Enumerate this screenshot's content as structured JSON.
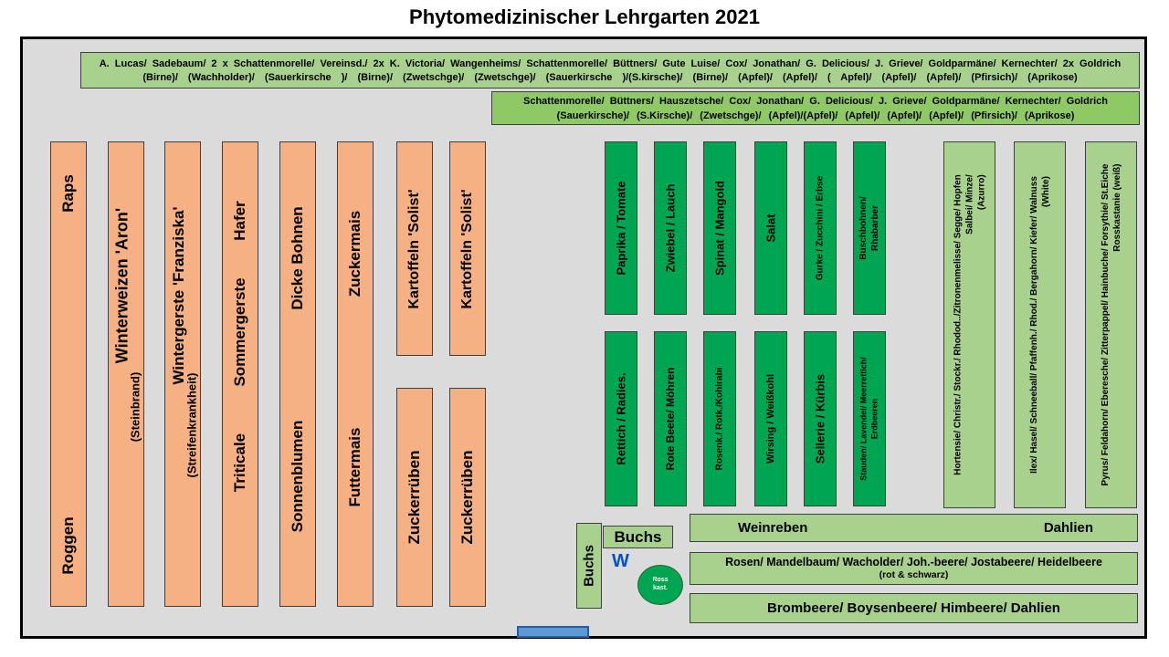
{
  "title": "Phytomedizinischer Lehrgarten 2021",
  "colors": {
    "canvas": "#dbdbdb",
    "orange": "#f5b183",
    "veg": "#00a551",
    "lgreen": "#a9d18e",
    "mgreen": "#8fc965",
    "bluew": "#0052cc",
    "bluebar": "#5b9bd5",
    "bluebarborder": "#2e5c9e"
  },
  "fruit_rows": [
    {
      "names": "A. Lucas/ Sadebaum/ 2 x Schattenmorelle/ Vereinsd./ 2x K. Victoria/ Wangenheims/ Schattenmorelle/ Büttners/ Gute Luise/ Cox/ Jonathan/ G. Delicious/ J. Grieve/ Goldparmäne/ Kernechter/ 2x Goldrich",
      "kinds": "(Birne)/ (Wachholder)/ (Sauerkirsche )/ (Birne)/ (Zwetschge)/ (Zwetschge)/ (Sauerkirsche )/(S.kirsche)/ (Birne)/ (Apfel)/ (Apfel)/ ( Apfel)/ (Apfel)/ (Apfel)/ (Pfirsich)/ (Aprikose)"
    },
    {
      "names": "Schattenmorelle/ Büttners/ Hauszetsche/ Cox/ Jonathan/ G. Delicious/ J. Grieve/ Goldparmäne/ Kernechter/ Goldrich",
      "kinds": "(Sauerkirsche)/ (S.Kirsche)/ (Zwetschge)/ (Apfel)/(Apfel)/ (Apfel)/ (Apfel)/ (Apfel)/ (Pfirsich)/ (Aprikose)"
    }
  ],
  "fields": {
    "raps": "Raps",
    "roggen": "Roggen",
    "winterweizen": "Winterweizen 'Aron'",
    "steinbrand": "(Steinbrand)",
    "wintergerste": "Wintergerste 'Franziska'",
    "streifenkrankheit": "(Streifenkrankheit)",
    "hafer": "Hafer",
    "sommergerste": "Sommergerste",
    "triticale": "Triticale",
    "dicke_bohnen": "Dicke Bohnen",
    "sonnenblumen": "Sonnenblumen",
    "zuckermais": "Zuckermais",
    "futtermais": "Futtermais",
    "kartoffeln": "Kartoffeln 'Solist'",
    "zuckerrueben": "Zuckerrüben"
  },
  "veg_top": [
    {
      "lines": [
        "Paprika / Tomate"
      ]
    },
    {
      "lines": [
        "Zwiebel / Lauch"
      ]
    },
    {
      "lines": [
        "Spinat / Mangold"
      ]
    },
    {
      "lines": [
        "Salat"
      ]
    },
    {
      "lines": [
        "Gurke / Zucchini / Erbse"
      ]
    },
    {
      "lines": [
        "Buschbohnen/",
        "Rhabarber"
      ]
    }
  ],
  "veg_bottom": [
    {
      "lines": [
        "Rettich / Radies."
      ]
    },
    {
      "lines": [
        "Rote Beete/ Möhren"
      ]
    },
    {
      "lines": [
        "Rosenk./ Rotk./Kohlrabi"
      ]
    },
    {
      "lines": [
        "Wirsing / Weißkohl"
      ]
    },
    {
      "lines": [
        "Sellerie / Kürbis"
      ]
    },
    {
      "lines": [
        "Stauden/ Lavendel/ Meerrettich/",
        "Erdbeeren"
      ]
    }
  ],
  "shrubs": [
    {
      "lines": [
        "Hortensie/ Christr./ Stockr./ Rhodod../Zitronenmelisse/ Segge/ Hopfen",
        "Salbei/ Minze/",
        "(Azurro)"
      ]
    },
    {
      "lines": [
        "Ilex/ Hasel/ Schneeball/ Pfaffenh./ Rhod./ Bergahorn/ Kiefer/ Walnuss",
        "(White)"
      ]
    },
    {
      "lines": [
        "Pyrus/ Feldahorn/ Eberesche/ Zitterpappel/ Hainbuche/ Forsythie/ St.Eiche",
        "Rosskastanie (weiß)"
      ]
    }
  ],
  "bottom": {
    "buchs_v": "Buchs",
    "buchs_h": "Buchs",
    "w_marker": "W",
    "rosskastanie": {
      "line1": "Ross",
      "line2": "kast."
    },
    "weinreben": "Weinreben",
    "dahlien": "Dahlien",
    "berry_row1": "Rosen/ Mandelbaum/ Wacholder/ Joh.-beere/ Jostabeere/ Heidelbeere",
    "berry_row2": "(rot & schwarz)",
    "bramble_row": "Brombeere/ Boysenbeere/ Himbeere/ Dahlien"
  }
}
